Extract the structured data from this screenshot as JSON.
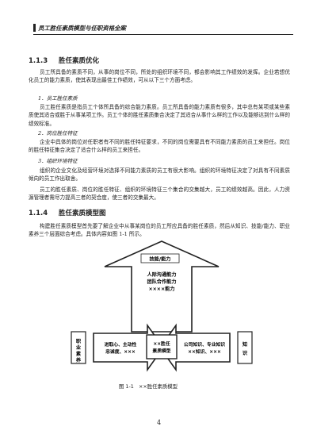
{
  "header": {
    "text": "员工胜任素质模型与任职资格全案"
  },
  "s1": {
    "num": "1.1.3",
    "title": "胜任素质优化"
  },
  "p1": "员工所具备的素质不同，从事的岗位不同，所处的组织环境不同，都会影响其工作绩效的发挥。企业若想优化员工的能力素质，使其表现出最佳工作绩效，可从以下三个方面考虑。",
  "sub1": "1．员工胜任素质",
  "p2": "员工胜任素质是指员工个体所具备的综合能力素质。员工所具备的能力素质有很多，其中总有某项或某些素质使其适合或胜于从事某项工作。员工个体的胜任素质集合决定了其适合从事什么样的工作以及能够达到什么样的绩效标准。",
  "sub2": "2．岗位胜任特征",
  "p3": "企业中具体的岗位对任职者有不同的胜任特征要求，不同的岗位需要具有不同能力素质的员工来担任。岗位的胜任特征集合决定了适合什么样的员工来担任。",
  "sub3": "3．组织环境特征",
  "p4": "组织的企业文化及经营环境对选择不同能力素质的员工有很大影响。组织的环境特征决定了对具有不同素质倾向的员工作出取舍。",
  "p5": "员工的胜任素质、岗位的胜任特征、组织的环境特征三个集合的交集越大，员工的绩效越高。因此，人力资源管理者需尽力提高三者的契合度，使三者的交集最大。",
  "s2": {
    "num": "1.1.4",
    "title": "胜任素质模型图"
  },
  "p6": "构建胜任素质模型首先要了解企业中从事某岗位的员工所应具备的胜任素质，然后从知识、技能/能力、职业素养三个层面综合考虑。具体内容如图 1-1 所示。",
  "figure": {
    "top_label": "技能/能力",
    "top_lines": [
      "人际沟通能力",
      "团队合作能力",
      "××××能力"
    ],
    "left_label": "职业素养",
    "left_text": [
      "进取心、主动性",
      "忠诚度、×××"
    ],
    "center": [
      "××胜任",
      "素质模型"
    ],
    "right_text": [
      "公司知识、专业知识",
      "××知识、×××"
    ],
    "right_label": "知识"
  },
  "caption": {
    "num": "图 1-1",
    "text": "××胜任素质模型"
  },
  "page_number": "4"
}
